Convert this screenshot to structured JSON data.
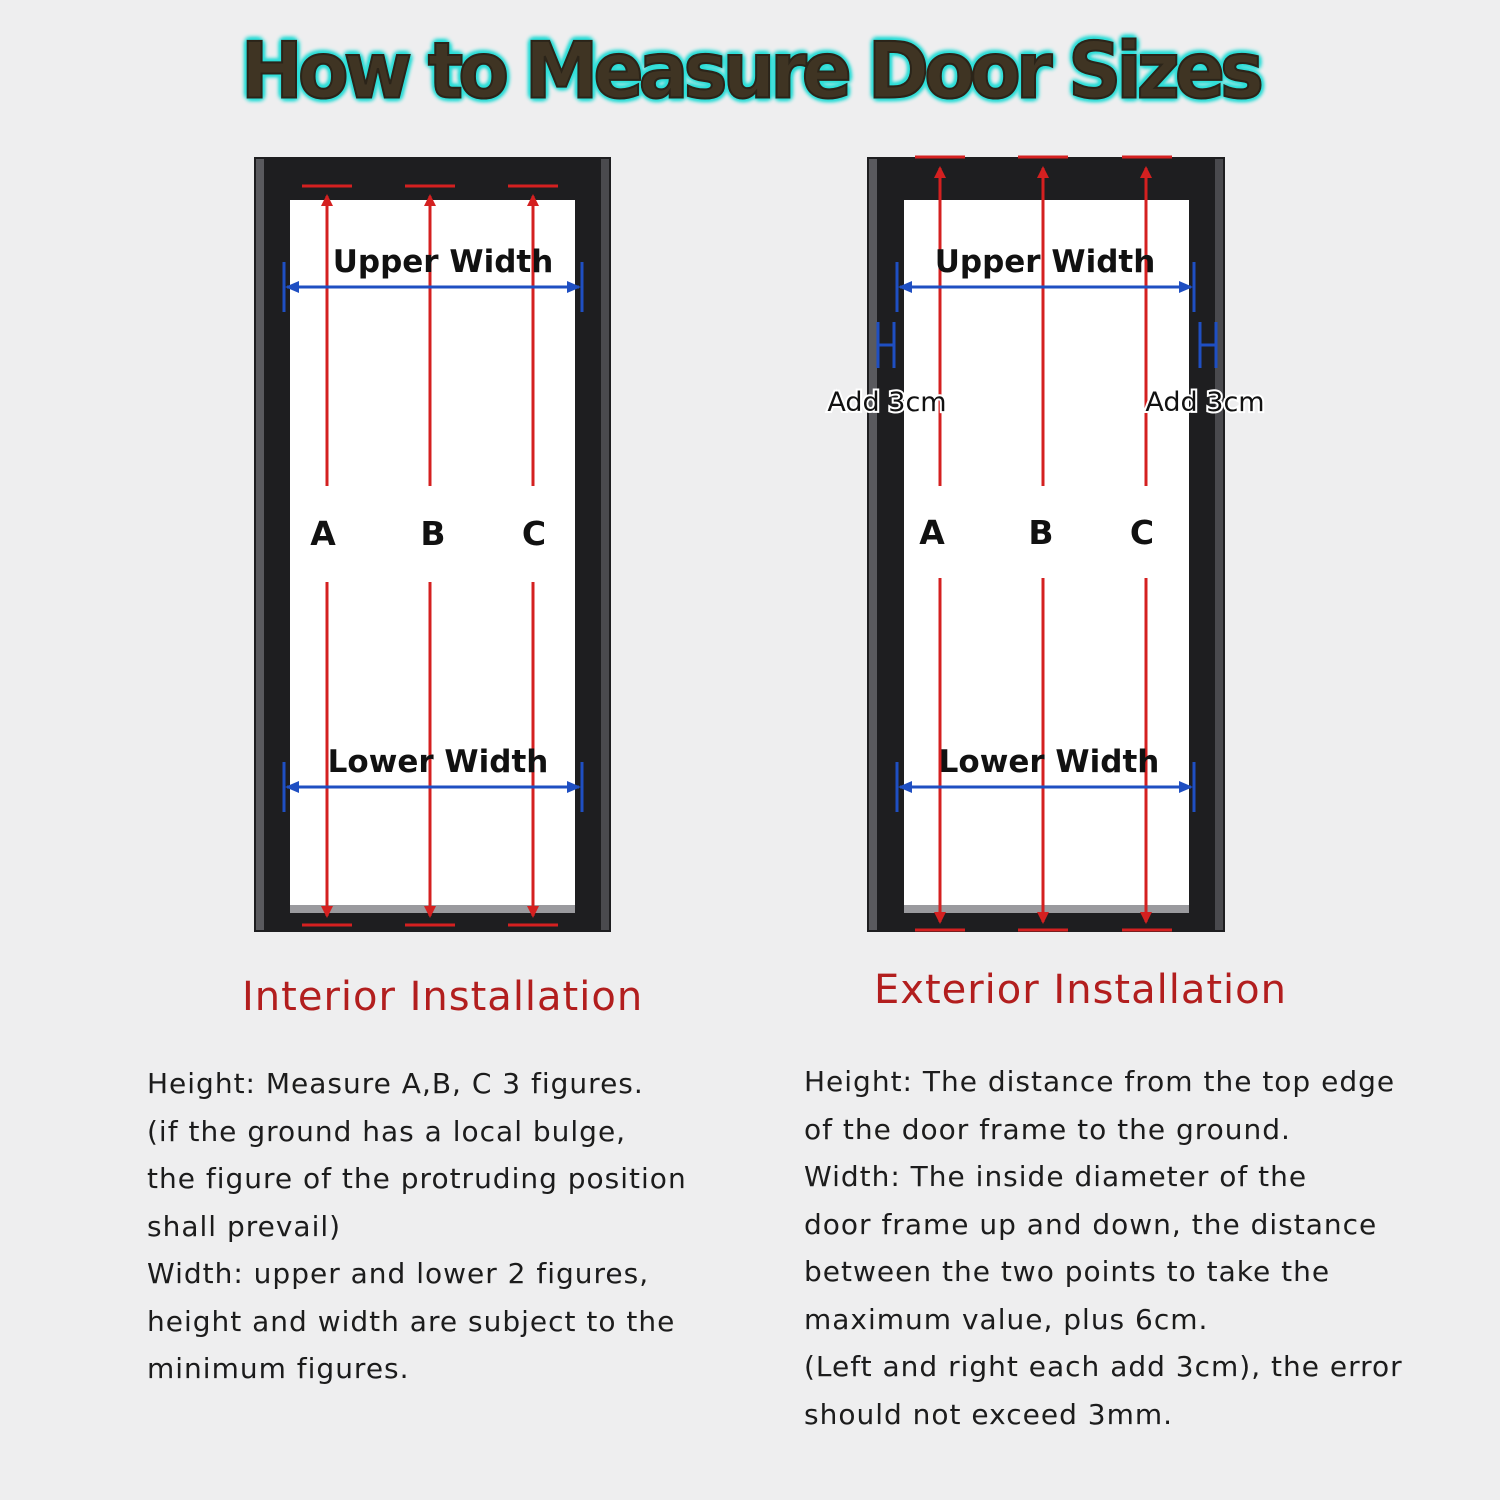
{
  "title": "How to Measure Door Sizes",
  "colors": {
    "title_glow": "#2ee6e0",
    "title_text": "#3f3423",
    "frame": "#1e1e20",
    "height_arrow": "#d42020",
    "width_arrow": "#1f4fc2",
    "heading": "#b21e1e"
  },
  "interior": {
    "upper_label": "Upper Width",
    "lower_label": "Lower Width",
    "markers": [
      "A",
      "B",
      "C"
    ],
    "heading": "Interior Installation",
    "lines": [
      "Height: Measure A,B, C 3 figures.",
      "(if the ground has a local bulge,",
      "the figure of the protruding position",
      "shall prevail)",
      "Width: upper and lower 2 figures,",
      "height and width are subject to the",
      "minimum figures."
    ]
  },
  "exterior": {
    "upper_label": "Upper Width",
    "lower_label": "Lower Width",
    "markers": [
      "A",
      "B",
      "C"
    ],
    "add_left": "Add 3cm",
    "add_right": "Add 3cm",
    "heading": "Exterior Installation",
    "lines": [
      "Height: The distance from the top edge",
      "of the door frame to the ground.",
      "Width: The inside diameter of the",
      "door frame up and down, the distance",
      "between the two points to take the",
      "maximum value, plus 6cm.",
      "(Left and right each add 3cm), the error",
      "should not exceed 3mm."
    ]
  }
}
